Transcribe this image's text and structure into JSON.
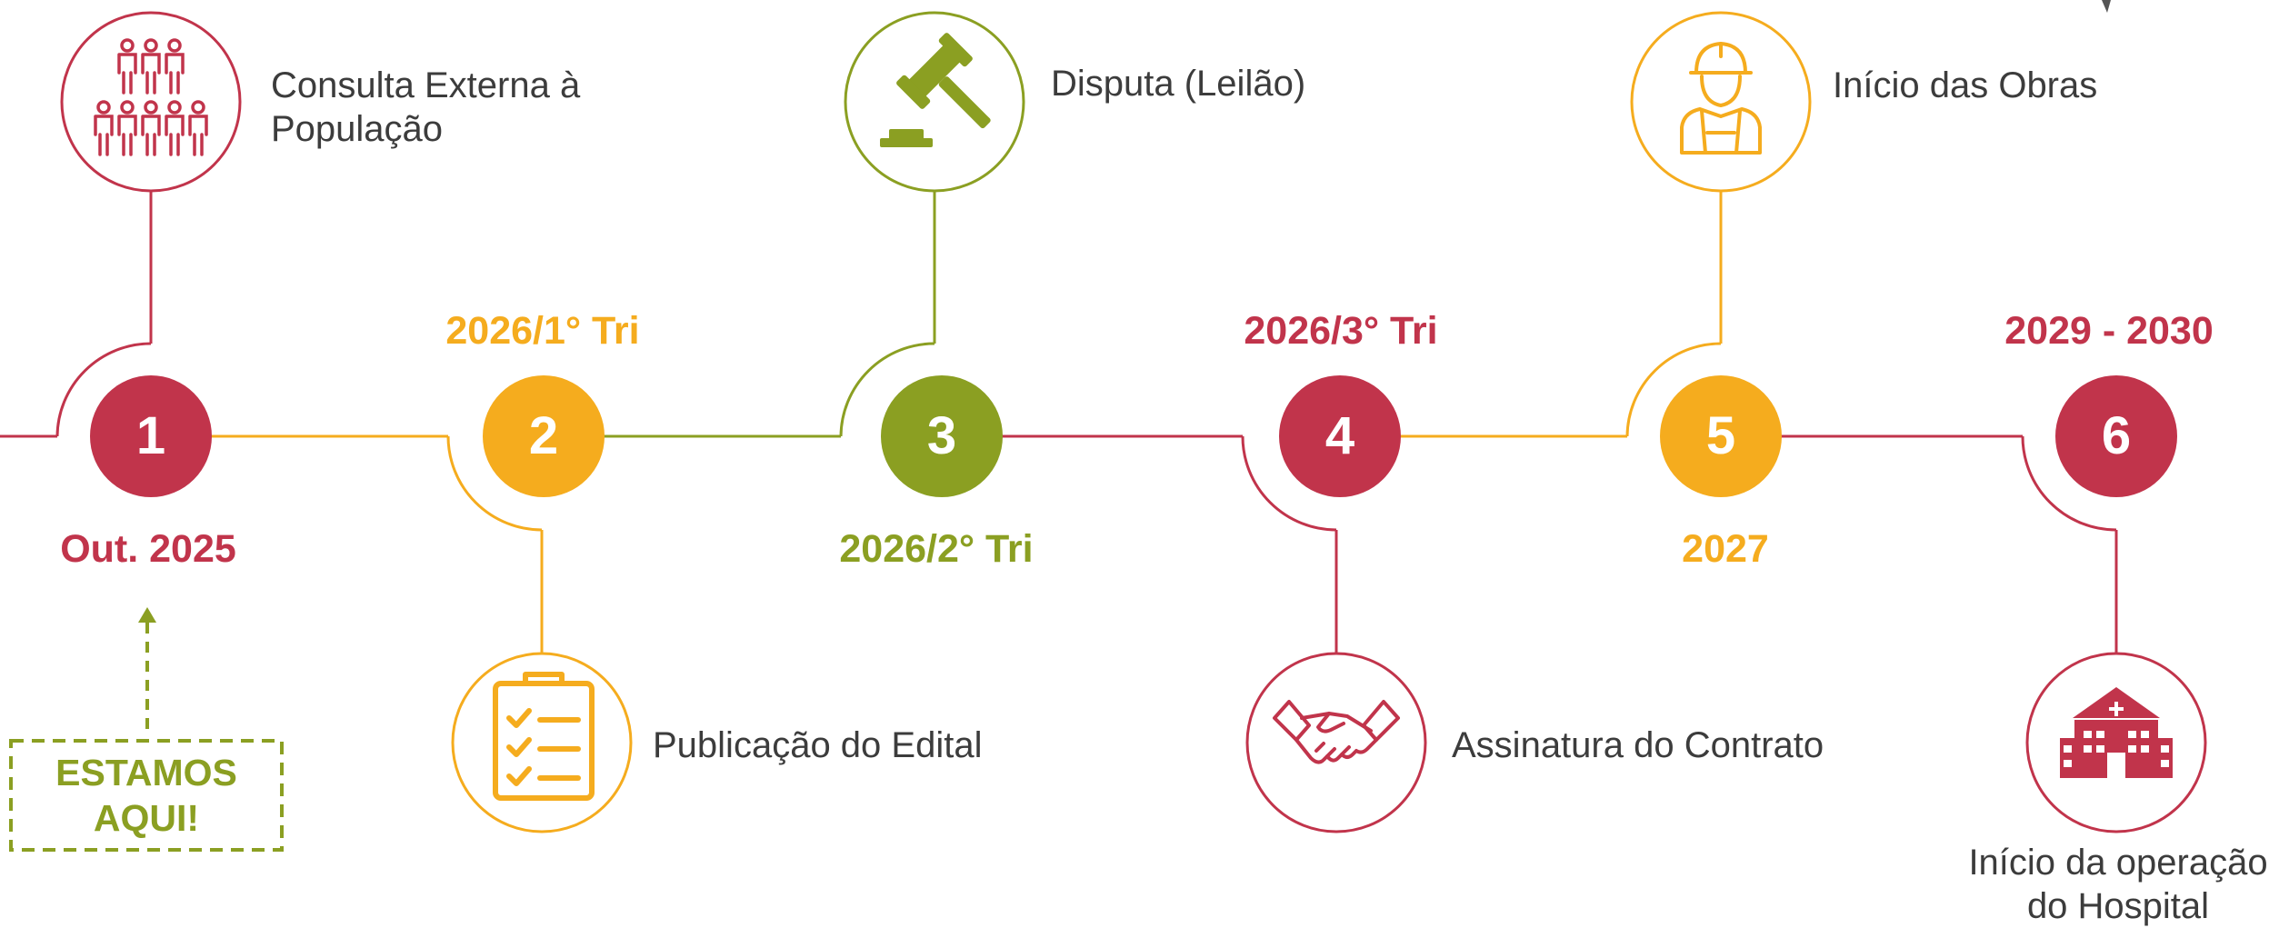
{
  "colors": {
    "red": "#c1344b",
    "orange": "#f5ac1e",
    "green": "#8b9f22",
    "text": "#3c3c3c"
  },
  "steps": [
    {
      "number": "1",
      "date": "Out. 2025",
      "label": "Consulta Externa à População",
      "label_lines": [
        "Consulta Externa à",
        "População"
      ],
      "icon": "people-group-icon",
      "color": "red"
    },
    {
      "number": "2",
      "date": "2026/1° Tri",
      "label": "Publicação do Edital",
      "label_lines": [
        "Publicação do Edital"
      ],
      "icon": "clipboard-checklist-icon",
      "color": "orange"
    },
    {
      "number": "3",
      "date": "2026/2° Tri",
      "label": "Disputa (Leilão)",
      "label_lines": [
        "Disputa (Leilão)"
      ],
      "icon": "gavel-icon",
      "color": "green"
    },
    {
      "number": "4",
      "date": "2026/3° Tri",
      "label": "Assinatura do Contrato",
      "label_lines": [
        "Assinatura do Contrato"
      ],
      "icon": "handshake-icon",
      "color": "red"
    },
    {
      "number": "5",
      "date": "2027",
      "label": "Início das Obras",
      "label_lines": [
        "Início das Obras"
      ],
      "icon": "construction-worker-icon",
      "color": "orange"
    },
    {
      "number": "6",
      "date": "2029 - 2030",
      "label": "Início da operação do Hospital",
      "label_lines": [
        "Início da operação",
        "do Hospital"
      ],
      "icon": "hospital-icon",
      "color": "red"
    }
  ],
  "current_marker": {
    "line1": "ESTAMOS",
    "line2": "AQUI!",
    "step": "1"
  }
}
